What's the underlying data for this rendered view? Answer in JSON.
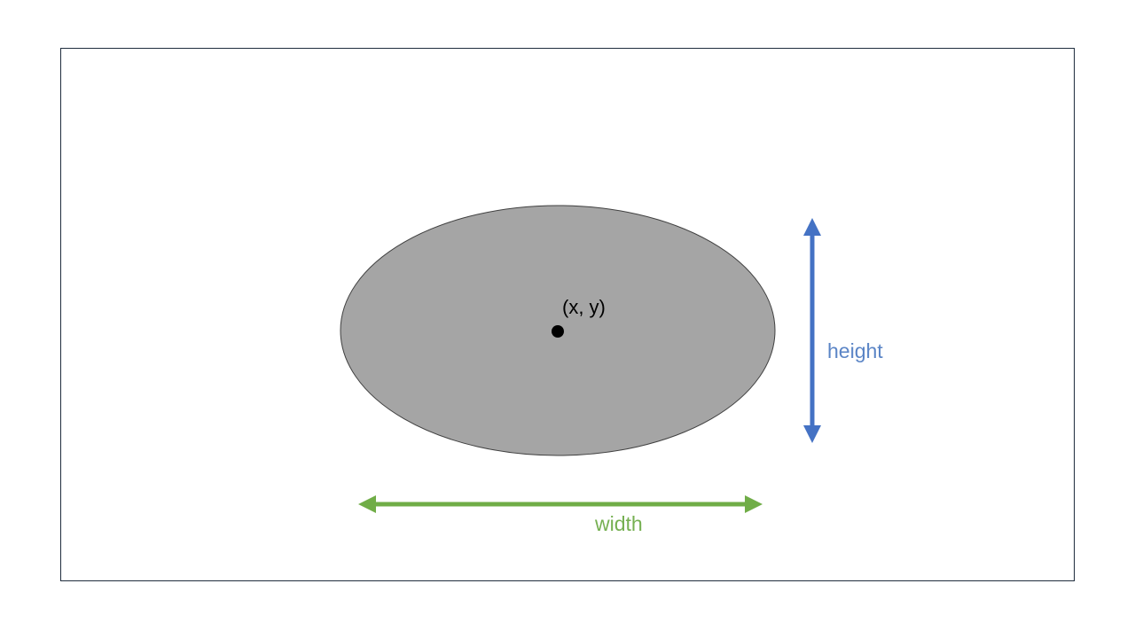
{
  "center_label": "(x, y)",
  "height_label": "height",
  "width_label": "width",
  "colors": {
    "ellipse_fill": "#a5a5a5",
    "ellipse_stroke": "#404040",
    "center_dot": "#000000",
    "height_arrow": "#4472c4",
    "height_text": "#5b85c6",
    "width_arrow": "#70ad47",
    "width_text": "#76b052",
    "frame_border": "#1f2d3d"
  }
}
